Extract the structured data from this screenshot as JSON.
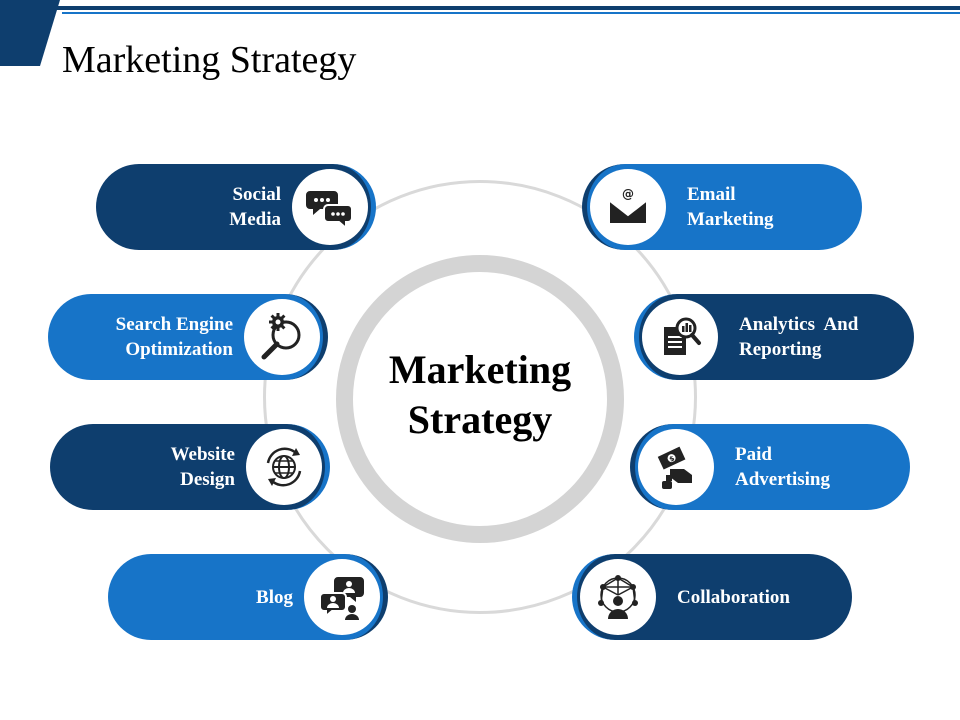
{
  "slide": {
    "title": "Marketing Strategy"
  },
  "center": {
    "line1": "Marketing",
    "line2": "Strategy"
  },
  "colors": {
    "dark_blue": "#0e3e6e",
    "light_blue": "#1774c8",
    "ring_gray": "#d4d4d4"
  },
  "items": [
    {
      "line1": "Social",
      "line2": "Media",
      "icon": "speech-bubbles-icon"
    },
    {
      "line1": "Search Engine",
      "line2": "Optimization",
      "icon": "gear-magnifier-icon"
    },
    {
      "line1": "Website",
      "line2": "Design",
      "icon": "globe-refresh-icon"
    },
    {
      "line1": "Blog",
      "line2": "",
      "icon": "people-chat-icon"
    },
    {
      "line1": "Email",
      "line2": "Marketing",
      "icon": "envelope-at-icon"
    },
    {
      "line1": "Analytics  And",
      "line2": "Reporting",
      "icon": "report-magnifier-icon"
    },
    {
      "line1": "Paid",
      "line2": "Advertising",
      "icon": "hand-money-icon"
    },
    {
      "line1": "Collaboration",
      "line2": "",
      "icon": "network-person-icon"
    }
  ]
}
